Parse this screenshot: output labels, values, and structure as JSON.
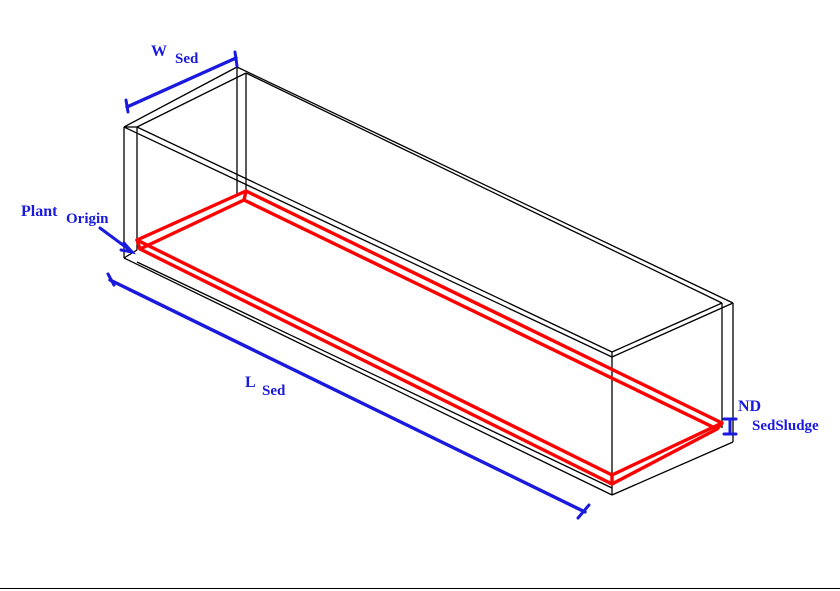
{
  "labels": {
    "width": {
      "main": "W",
      "sub": "Sed"
    },
    "origin": {
      "main": "Plant",
      "sub": "Origin"
    },
    "length": {
      "main": "L",
      "sub": "Sed"
    },
    "sludge_depth": {
      "main": "ND",
      "sub": "SedSludge"
    }
  },
  "colors": {
    "tank_outline": "#000000",
    "sludge_layer": "#ff0000",
    "dimension": "#1a1adf",
    "background": "#ffffff"
  }
}
